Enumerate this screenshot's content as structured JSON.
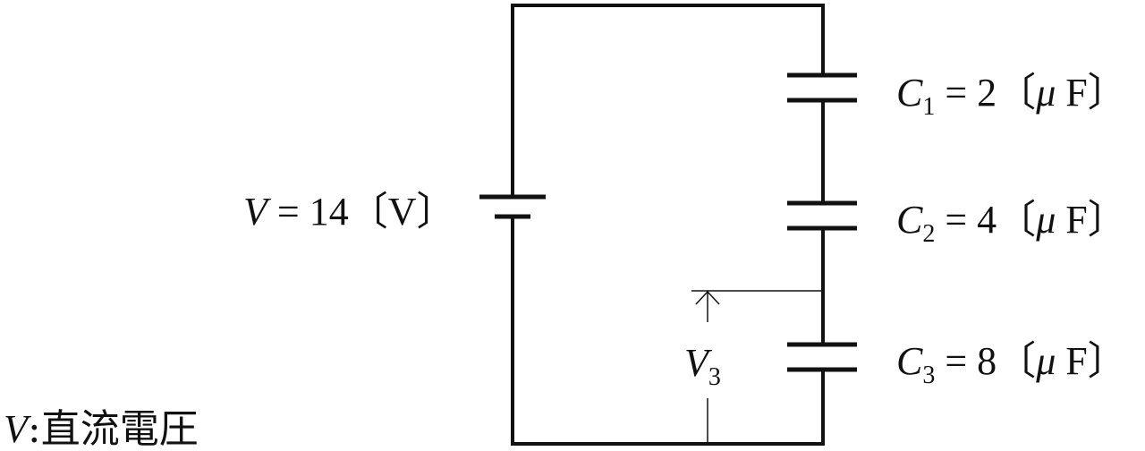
{
  "source_label": {
    "symbol": "V",
    "text": " = 14〔V〕"
  },
  "capacitors": [
    {
      "symbol": "C",
      "sub": "1",
      "text": " = 2〔",
      "mu": "μ",
      "unit": " F〕"
    },
    {
      "symbol": "C",
      "sub": "2",
      "text": " = 4〔",
      "mu": "μ",
      "unit": " F〕"
    },
    {
      "symbol": "C",
      "sub": "3",
      "text": " = 8〔",
      "mu": "μ",
      "unit": " F〕"
    }
  ],
  "voltage_marker": {
    "symbol": "V",
    "sub": "3"
  },
  "legend": {
    "symbol": "V",
    "text": ":直流電圧"
  }
}
